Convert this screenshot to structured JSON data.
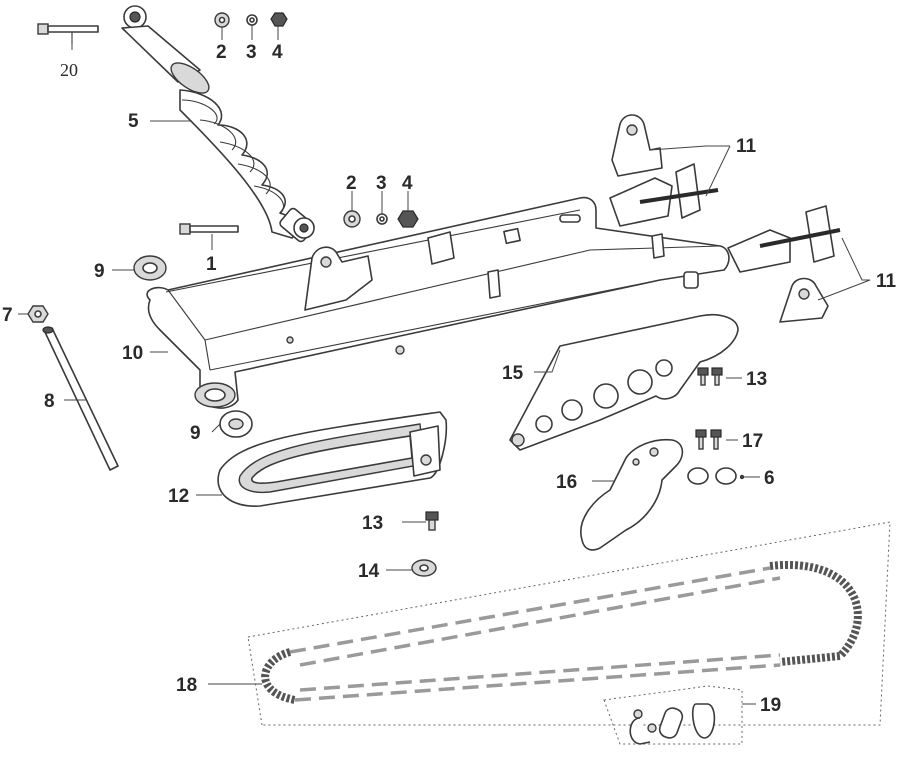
{
  "callouts": [
    {
      "id": "c20",
      "text": "20"
    },
    {
      "id": "c2a",
      "text": "2"
    },
    {
      "id": "c3a",
      "text": "3"
    },
    {
      "id": "c4a",
      "text": "4"
    },
    {
      "id": "c5",
      "text": "5"
    },
    {
      "id": "c2b",
      "text": "2"
    },
    {
      "id": "c3b",
      "text": "3"
    },
    {
      "id": "c4b",
      "text": "4"
    },
    {
      "id": "c11a",
      "text": "11"
    },
    {
      "id": "c11b",
      "text": "11"
    },
    {
      "id": "c1",
      "text": "1"
    },
    {
      "id": "c9a",
      "text": "9"
    },
    {
      "id": "c7",
      "text": "7"
    },
    {
      "id": "c10",
      "text": "10"
    },
    {
      "id": "c8",
      "text": "8"
    },
    {
      "id": "c15",
      "text": "15"
    },
    {
      "id": "c13a",
      "text": "13"
    },
    {
      "id": "c9b",
      "text": "9"
    },
    {
      "id": "c17",
      "text": "17"
    },
    {
      "id": "c12",
      "text": "12"
    },
    {
      "id": "c16",
      "text": "16"
    },
    {
      "id": "c6",
      "text": "6"
    },
    {
      "id": "c13b",
      "text": "13"
    },
    {
      "id": "c14",
      "text": "14"
    },
    {
      "id": "c18",
      "text": "18"
    },
    {
      "id": "c19",
      "text": "19"
    }
  ]
}
